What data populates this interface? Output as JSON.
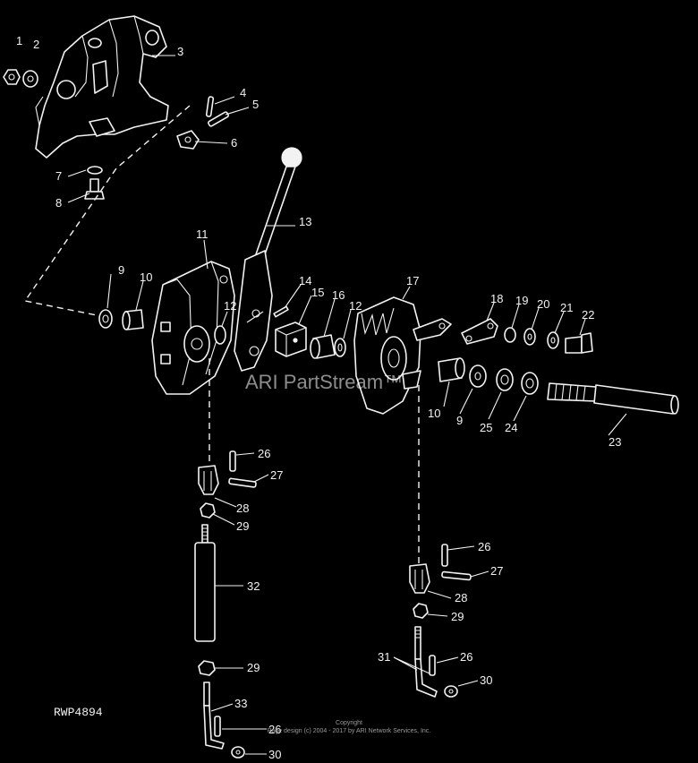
{
  "diagram": {
    "drawing_code": "RWP4894",
    "watermark": "ARI PartStream™",
    "copyright_line1": "Copyright",
    "copyright_line2": "Page design (c) 2004 - 2017 by ARI Network Services, Inc.",
    "callouts": [
      "1",
      "2",
      "3",
      "4",
      "5",
      "6",
      "7",
      "8",
      "9",
      "10",
      "11",
      "12",
      "13",
      "14",
      "15",
      "16",
      "12",
      "17",
      "18",
      "19",
      "20",
      "21",
      "22",
      "10",
      "9",
      "25",
      "24",
      "23",
      "26",
      "27",
      "28",
      "29",
      "32",
      "29",
      "33",
      "26",
      "30",
      "26",
      "27",
      "28",
      "29",
      "31",
      "26",
      "30"
    ]
  }
}
